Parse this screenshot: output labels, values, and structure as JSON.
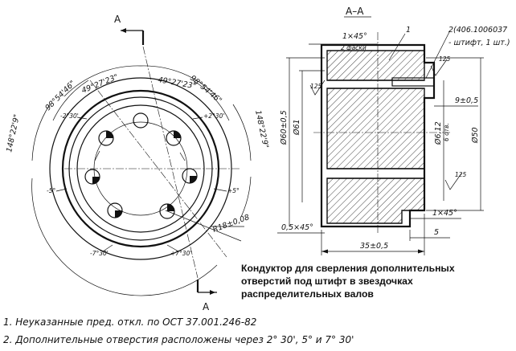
{
  "section": {
    "cut_label": "A",
    "view_title": "A–A"
  },
  "angles": {
    "a1": "49°27'23\"",
    "a2": "98°54'46\"",
    "a3": "148°22'9\"",
    "left_ticks": [
      "-2°30'",
      "-5°",
      "-7°30'"
    ],
    "right_ticks": [
      "+2°30'",
      "+5°",
      "+7°30'"
    ]
  },
  "radius": {
    "text": "R18±0,08"
  },
  "section_dims": {
    "chamfer_top": "1×45°",
    "chamfer_top_note": "2 фаски",
    "part_1": "1",
    "part_2_code": "2(406.1006037",
    "part_2_desc": "- штифт, 1 шт.)",
    "roughness": "125",
    "offset": "9±0,5",
    "dia_60": "Ø60±0,5",
    "dia_61": "Ø61",
    "dia_50": "Ø50",
    "dia_6": "Ø6,12",
    "holes_6": "6 отв.",
    "chamfer_bot": "1×45°",
    "chamfer_left": "0,5×45°",
    "length_35": "35±0,5",
    "length_5": "5"
  },
  "caption": [
    "Кондуктор для сверления дополнительных",
    "отверстий под штифт в звездочках",
    "распределительных валов"
  ],
  "notes": [
    "1. Неуказанные пред. откл. по ОСТ 37.001.246-82",
    "2. Дополнительные отверстия расположены через 2° 30', 5° и 7° 30'"
  ]
}
